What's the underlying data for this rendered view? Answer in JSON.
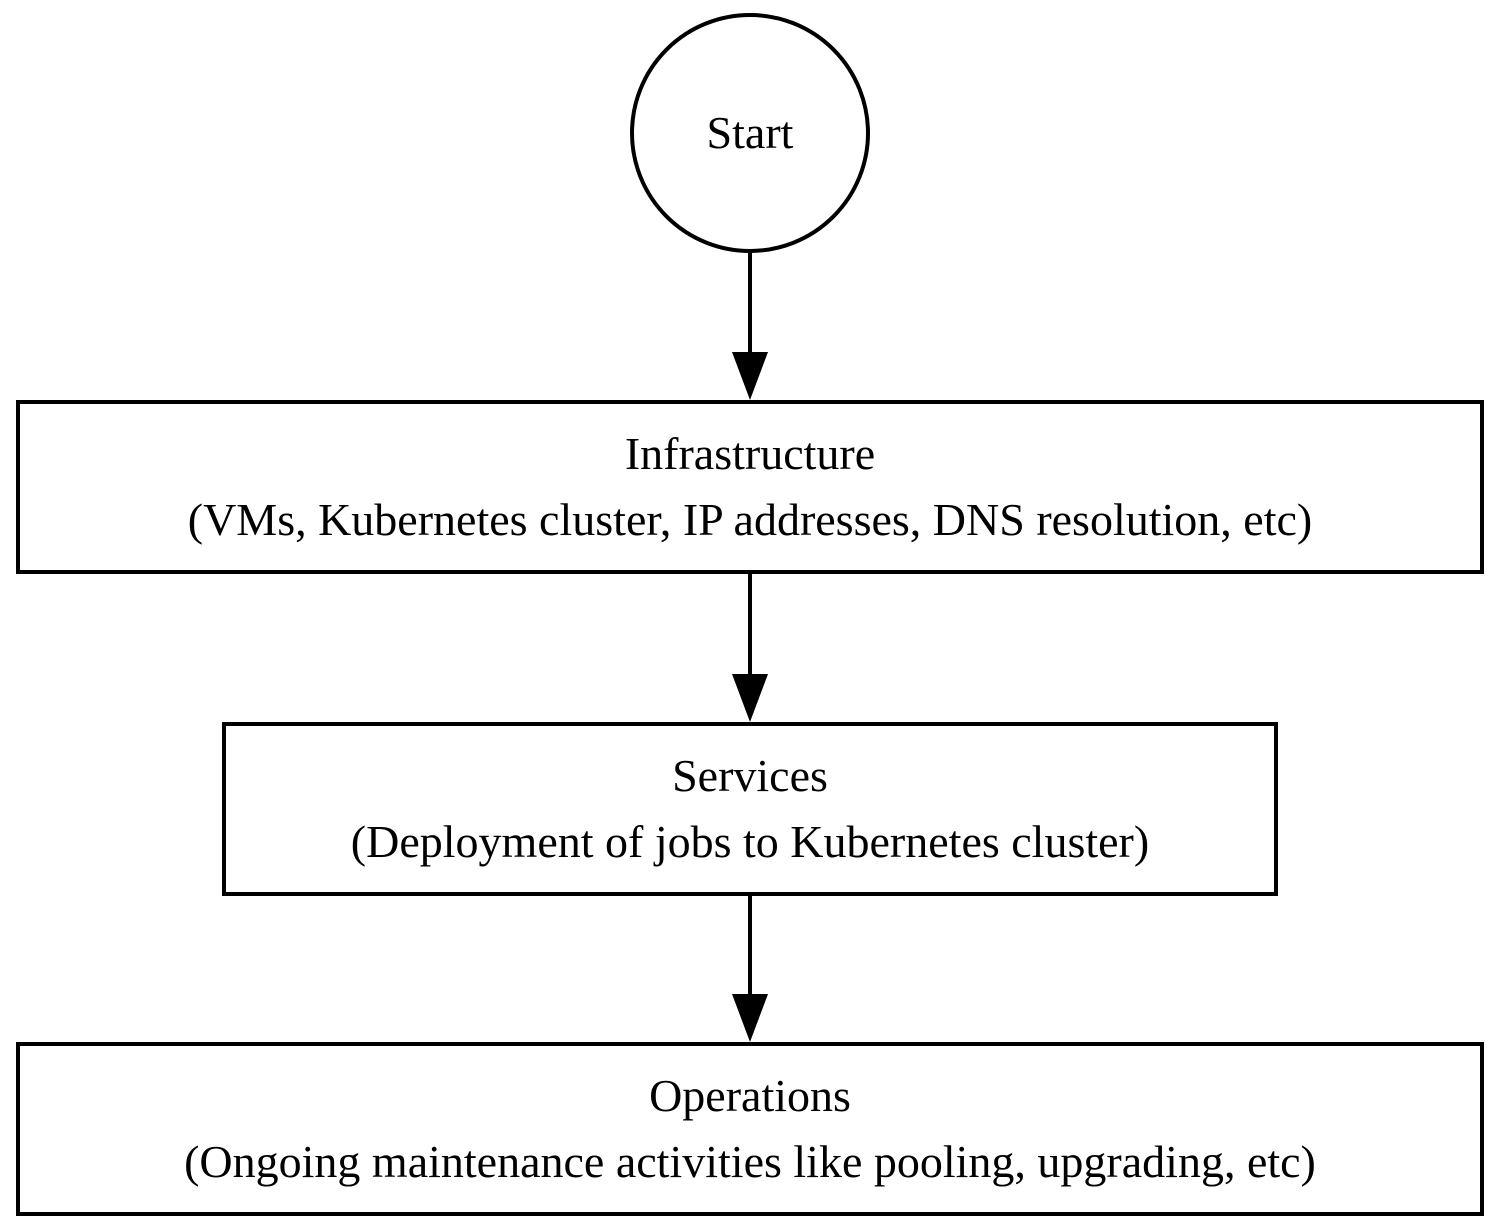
{
  "diagram": {
    "type": "flowchart",
    "background_color": "#ffffff",
    "stroke_color": "#000000",
    "text_color": "#000000",
    "nodes": {
      "start": {
        "shape": "circle",
        "label": "Start"
      },
      "infrastructure": {
        "shape": "rectangle",
        "title": "Infrastructure",
        "subtitle": "(VMs, Kubernetes cluster, IP addresses, DNS resolution, etc)"
      },
      "services": {
        "shape": "rectangle",
        "title": "Services",
        "subtitle": "(Deployment of jobs to Kubernetes cluster)"
      },
      "operations": {
        "shape": "rectangle",
        "title": "Operations",
        "subtitle": "(Ongoing maintenance activities like pooling, upgrading, etc)"
      }
    },
    "edges": [
      {
        "from": "start",
        "to": "infrastructure",
        "style": "solid-arrow-down"
      },
      {
        "from": "infrastructure",
        "to": "services",
        "style": "solid-arrow-down"
      },
      {
        "from": "services",
        "to": "operations",
        "style": "solid-arrow-down"
      }
    ]
  }
}
